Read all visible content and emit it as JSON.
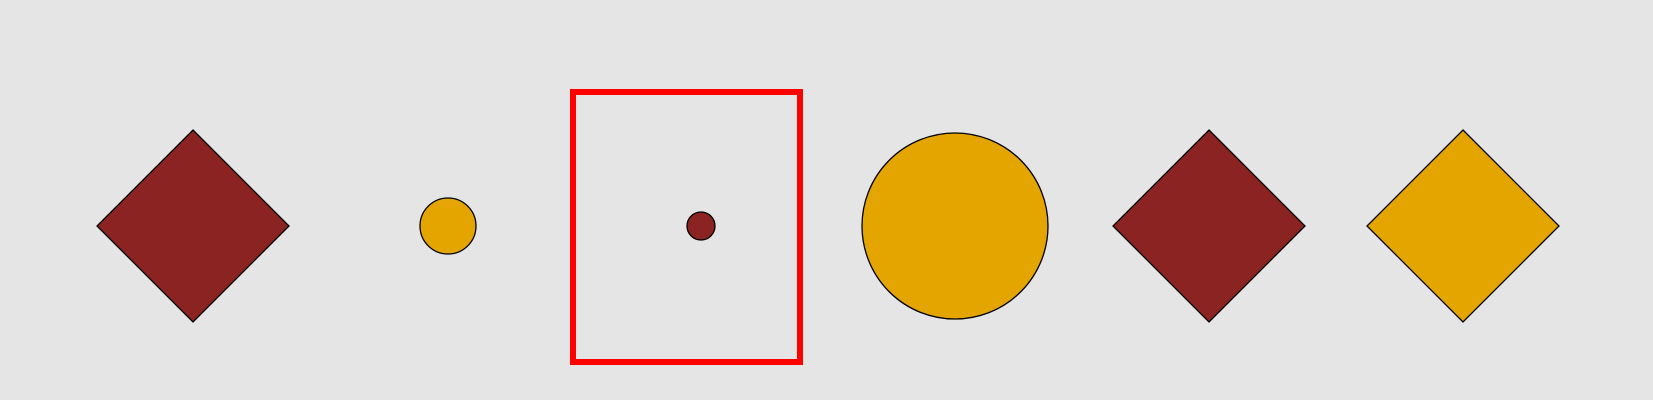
{
  "scene": {
    "background_color": "#e5e5e5",
    "colors": {
      "dark_red": "#8b2323",
      "amber": "#e5a500",
      "outline": "#000000",
      "highlight": "#ff0000"
    },
    "shapes": [
      {
        "kind": "diamond",
        "fill": "dark_red",
        "size": "large"
      },
      {
        "kind": "circle",
        "fill": "amber",
        "size": "small"
      },
      {
        "kind": "circle",
        "fill": "dark_red",
        "size": "tiny",
        "highlighted": true
      },
      {
        "kind": "circle",
        "fill": "amber",
        "size": "large"
      },
      {
        "kind": "diamond",
        "fill": "dark_red",
        "size": "large"
      },
      {
        "kind": "diamond",
        "fill": "amber",
        "size": "large"
      }
    ]
  }
}
